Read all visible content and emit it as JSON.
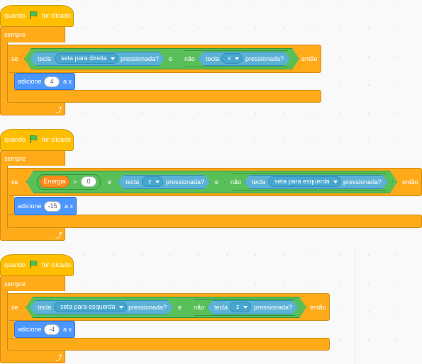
{
  "hat": {
    "label_when": "quando",
    "label_clicked": "for clicado",
    "flag_icon": "green-flag-icon"
  },
  "forever_label": "sempre",
  "if_label": "se",
  "then_label": "então",
  "and_label": "e",
  "not_label": "não",
  "key_label": "tecla",
  "pressed_label": "pressionada?",
  "add_label": "adicione",
  "to_x_label": "a x",
  "scripts": [
    {
      "cond": {
        "key1": "seta para direita",
        "key2": "x"
      },
      "add_value": "4"
    },
    {
      "cond": {
        "var": "Energia",
        "op": ">",
        "value": "0",
        "key1": "z",
        "key2": "seta para esquerda"
      },
      "add_value": "-15"
    },
    {
      "cond": {
        "key1": "seta para esquerda",
        "key2": "z"
      },
      "add_value": "-4"
    }
  ],
  "colors": {
    "events": "#ffbf00",
    "control": "#ffab19",
    "operators": "#59c059",
    "sensing": "#5cb1d6",
    "motion": "#4c97ff",
    "variables": "#ff8c1a"
  }
}
